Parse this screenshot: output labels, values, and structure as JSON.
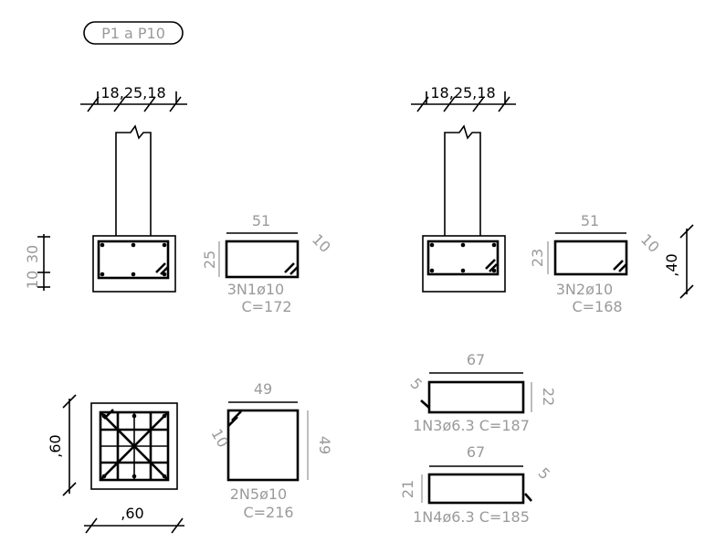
{
  "title": "P1 a P10",
  "top_left": {
    "dims": "18,25,18",
    "bar_w": "51",
    "bar_h": "25",
    "hook": "10",
    "bar_label": "3N1ø10",
    "bar_length": "C=172",
    "side_a": "10",
    "side_b": "30"
  },
  "top_right": {
    "dims": "18,25,18",
    "bar_w": "51",
    "bar_h": "23",
    "hook": "10",
    "bar_label": "3N2ø10",
    "bar_length": "C=168",
    "side": ",40"
  },
  "bottom_left": {
    "side": ",60",
    "bottom": ",60",
    "bar_w": "49",
    "bar_h": "49",
    "hook": "10",
    "bar_label": "2N5ø10",
    "bar_length": "C=216"
  },
  "stirrup_n3": {
    "top": "67",
    "hook": "5",
    "right": "22",
    "label": "1N3ø6.3 C=187"
  },
  "stirrup_n4": {
    "top": "67",
    "hook": "5",
    "left": "21",
    "label": "1N4ø6.3 C=185"
  }
}
